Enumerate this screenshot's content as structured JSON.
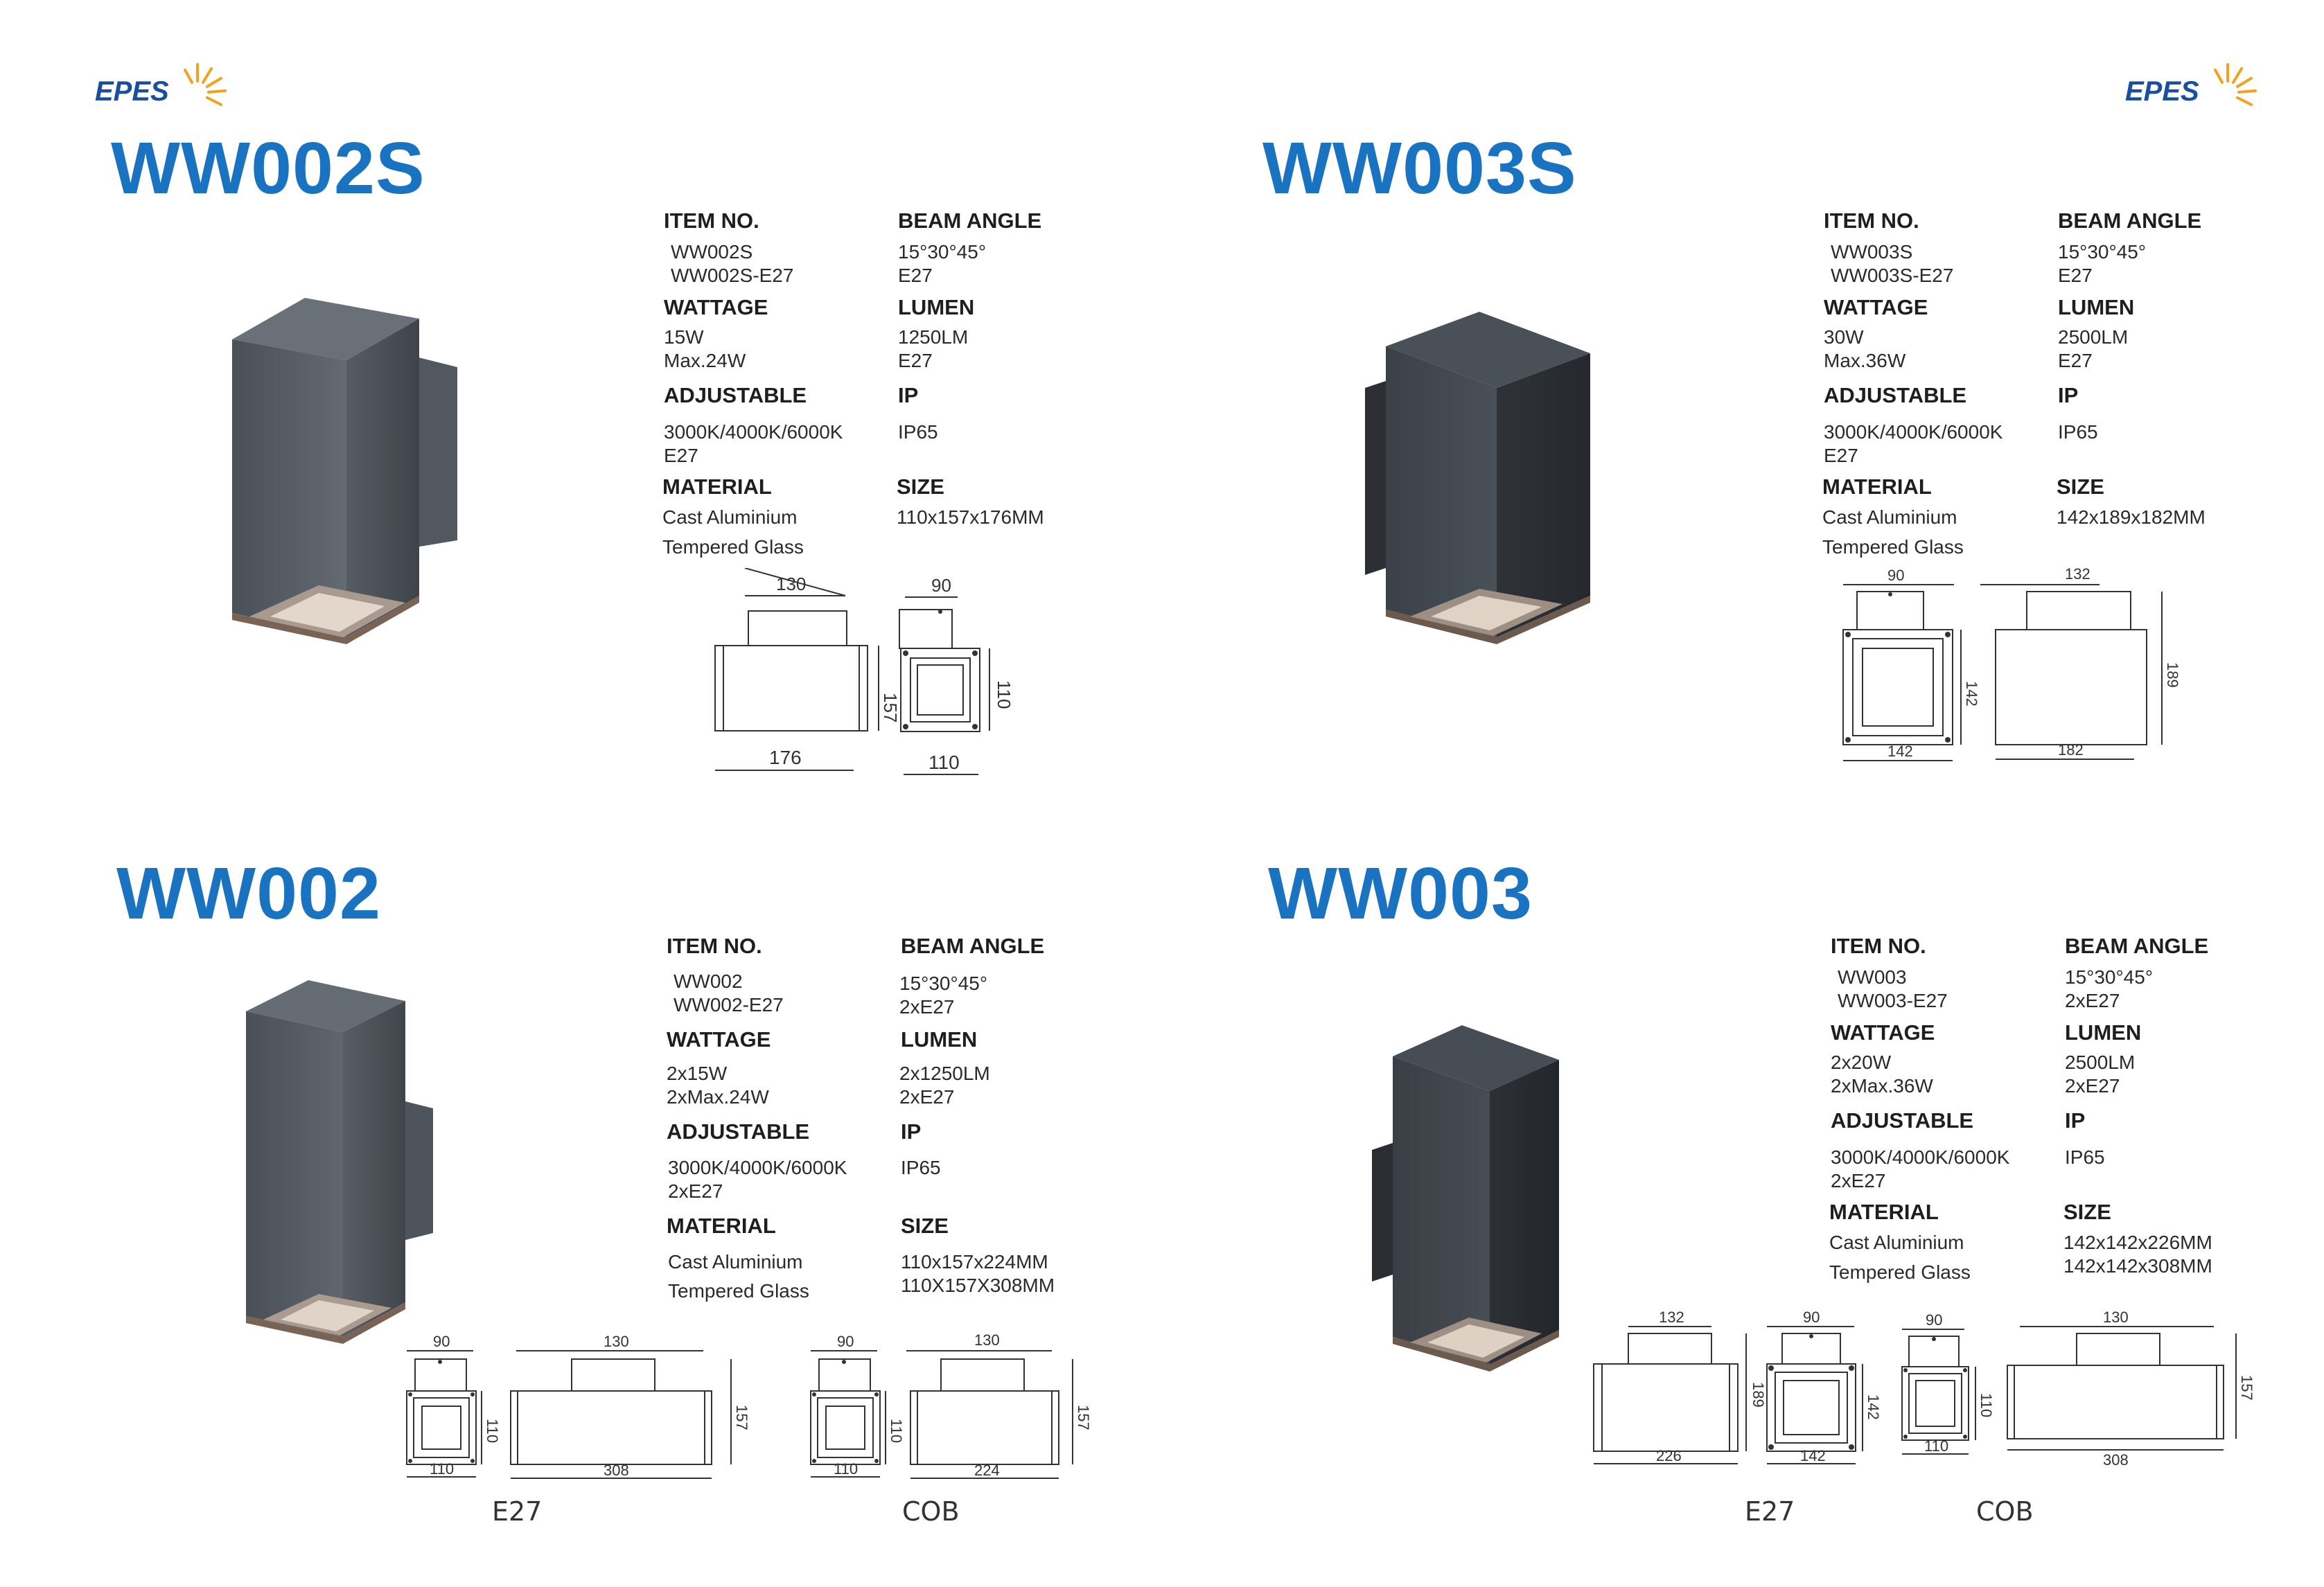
{
  "brand": {
    "name": "EPES",
    "brand_blue": "#1a4fa0",
    "sun_orange": "#f2a21b",
    "title_blue": "#1a73c0"
  },
  "products": [
    {
      "model": "WW002S",
      "specs": {
        "item_no_label": "ITEM NO.",
        "item_no": [
          "WW002S",
          "WW002S-E27"
        ],
        "beam_label": "BEAM ANGLE",
        "beam": [
          "15°30°45°",
          "E27"
        ],
        "wattage_label": "WATTAGE",
        "wattage": [
          "15W",
          "Max.24W"
        ],
        "lumen_label": "LUMEN",
        "lumen": [
          "1250LM",
          "E27"
        ],
        "adjustable_label": "ADJUSTABLE",
        "adjustable": [
          "3000K/4000K/6000K",
          "E27"
        ],
        "ip_label": "IP",
        "ip": [
          "IP65"
        ],
        "material_label": "MATERIAL",
        "material": [
          "Cast Aluminium",
          "Tempered Glass"
        ],
        "size_label": "SIZE",
        "size": [
          "110x157x176MM"
        ]
      },
      "dims": {
        "a": "130",
        "b": "157",
        "c": "176",
        "d": "90",
        "e": "110",
        "f": "110"
      }
    },
    {
      "model": "WW003S",
      "specs": {
        "item_no_label": "ITEM NO.",
        "item_no": [
          "WW003S",
          "WW003S-E27"
        ],
        "beam_label": "BEAM ANGLE",
        "beam": [
          "15°30°45°",
          "E27"
        ],
        "wattage_label": "WATTAGE",
        "wattage": [
          "30W",
          "Max.36W"
        ],
        "lumen_label": "LUMEN",
        "lumen": [
          "2500LM",
          "E27"
        ],
        "adjustable_label": "ADJUSTABLE",
        "adjustable": [
          "3000K/4000K/6000K",
          "E27"
        ],
        "ip_label": "IP",
        "ip": [
          "IP65"
        ],
        "material_label": "MATERIAL",
        "material": [
          "Cast Aluminium",
          "Tempered Glass"
        ],
        "size_label": "SIZE",
        "size": [
          "142x189x182MM"
        ]
      },
      "dims": {
        "a": "90",
        "b": "142",
        "c": "142",
        "d": "132",
        "e": "189",
        "f": "182"
      }
    },
    {
      "model": "WW002",
      "specs": {
        "item_no_label": "ITEM NO.",
        "item_no": [
          "WW002",
          "WW002-E27"
        ],
        "beam_label": "BEAM ANGLE",
        "beam": [
          "15°30°45°",
          "2xE27"
        ],
        "wattage_label": "WATTAGE",
        "wattage": [
          "2x15W",
          "2xMax.24W"
        ],
        "lumen_label": "LUMEN",
        "lumen": [
          "2x1250LM",
          "2xE27"
        ],
        "adjustable_label": "ADJUSTABLE",
        "adjustable": [
          "3000K/4000K/6000K",
          "2xE27"
        ],
        "ip_label": "IP",
        "ip": [
          "IP65"
        ],
        "material_label": "MATERIAL",
        "material": [
          "Cast Aluminium",
          "Tempered Glass"
        ],
        "size_label": "SIZE",
        "size": [
          "110x157x224MM",
          "110X157X308MM"
        ]
      },
      "dims": {
        "e27": {
          "w1": "90",
          "h1": "110",
          "b1": "110",
          "w2": "130",
          "h2": "157",
          "b2": "308"
        },
        "cob": {
          "w1": "90",
          "h1": "110",
          "b1": "110",
          "w2": "130",
          "h2": "157",
          "b2": "224"
        }
      },
      "captions": [
        "E27",
        "COB"
      ]
    },
    {
      "model": "WW003",
      "specs": {
        "item_no_label": "ITEM NO.",
        "item_no": [
          "WW003",
          "WW003-E27"
        ],
        "beam_label": "BEAM ANGLE",
        "beam": [
          "15°30°45°",
          "2xE27"
        ],
        "wattage_label": "WATTAGE",
        "wattage": [
          "2x20W",
          "2xMax.36W"
        ],
        "lumen_label": "LUMEN",
        "lumen": [
          "2500LM",
          "2xE27"
        ],
        "adjustable_label": "ADJUSTABLE",
        "adjustable": [
          "3000K/4000K/6000K",
          "2xE27"
        ],
        "ip_label": "IP",
        "ip": [
          "IP65"
        ],
        "material_label": "MATERIAL",
        "material": [
          "Cast Aluminium",
          "Tempered Glass"
        ],
        "size_label": "SIZE",
        "size": [
          "142x142x226MM",
          "142x142x308MM"
        ]
      },
      "dims": {
        "e27": {
          "w2": "132",
          "h2": "189",
          "b2": "226",
          "w1": "90",
          "h1": "142",
          "b1": "142"
        },
        "cob": {
          "w1": "90",
          "h1": "110",
          "b1": "110",
          "w2": "130",
          "h2": "157",
          "b2": "308"
        }
      },
      "captions": [
        "E27",
        "COB"
      ]
    }
  ]
}
